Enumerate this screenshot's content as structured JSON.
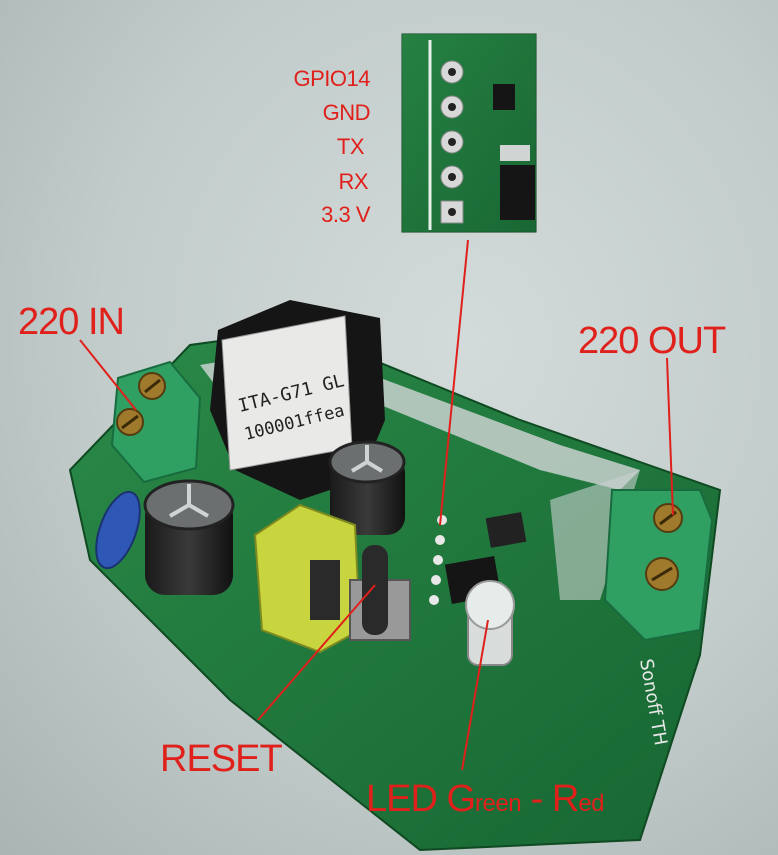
{
  "labels": {
    "gpio14": "GPIO14",
    "gnd": "GND",
    "tx": "TX",
    "rx": "RX",
    "v33": "3.3 V",
    "in220": "220 IN",
    "out220": "220 OUT",
    "reset": "RESET",
    "led_big1": "LED G",
    "led_small1": "reen",
    "led_mid": " - R",
    "led_small2": "ed"
  },
  "board_text": {
    "relay": [
      "ITA-G71 GL",
      "100001ffea"
    ],
    "brand": "Sonoff TH"
  },
  "colors": {
    "label": "#e0201b",
    "pcb": "#1f7a3e",
    "terminal": "#2f9f62",
    "background": "#c2cccb"
  }
}
